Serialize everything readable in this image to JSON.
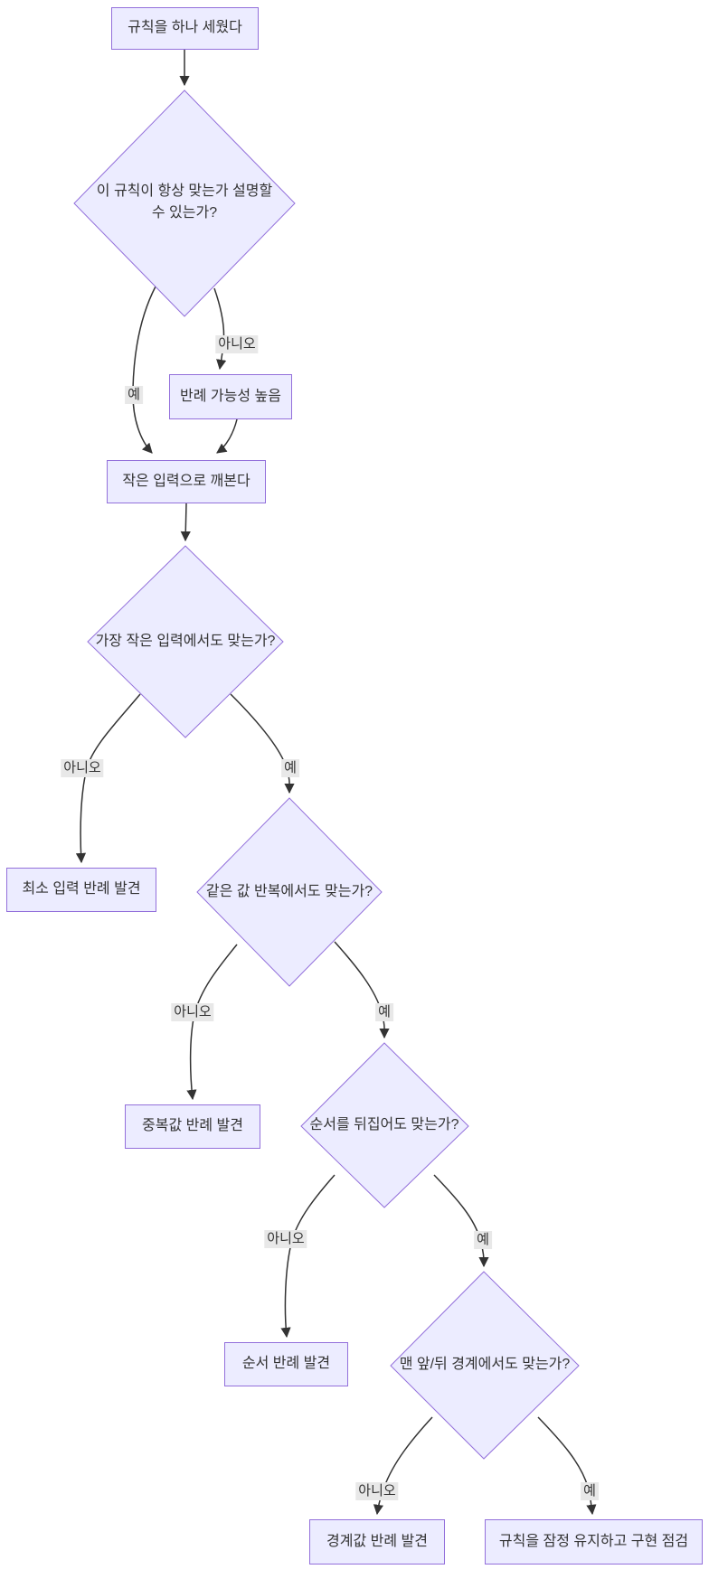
{
  "diagram": {
    "type": "flowchart",
    "direction": "top-down",
    "colors": {
      "background": "#ffffff",
      "node_fill": "#ECECFF",
      "node_border": "#9370DB",
      "edge_line": "#333333",
      "edge_label_bg": "#e8e8e8",
      "text": "#333333"
    },
    "nodes": {
      "start": {
        "shape": "rectangle",
        "label": "규칙을 하나 세웠다"
      },
      "q_explain": {
        "shape": "diamond",
        "label": "이 규칙이 항상 맞는가 설명할 수 있는가?",
        "lines": [
          "이 규칙이 항상 맞는가 설명할",
          "수 있는가?"
        ]
      },
      "high_counterexample": {
        "shape": "rectangle",
        "label": "반례 가능성 높음"
      },
      "break_small": {
        "shape": "rectangle",
        "label": "작은 입력으로 깨본다"
      },
      "q_smallest": {
        "shape": "diamond",
        "label": "가장 작은 입력에서도 맞는가?"
      },
      "min_input_counter": {
        "shape": "rectangle",
        "label": "최소 입력 반례 발견"
      },
      "q_duplicates": {
        "shape": "diamond",
        "label": "같은 값 반복에서도 맞는가?"
      },
      "dup_counter": {
        "shape": "rectangle",
        "label": "중복값 반례 발견"
      },
      "q_reversed": {
        "shape": "diamond",
        "label": "순서를 뒤집어도 맞는가?"
      },
      "order_counter": {
        "shape": "rectangle",
        "label": "순서 반례 발견"
      },
      "q_boundary": {
        "shape": "diamond",
        "label": "맨 앞/뒤 경계에서도 맞는가?"
      },
      "boundary_counter": {
        "shape": "rectangle",
        "label": "경계값 반례 발견"
      },
      "keep_rule": {
        "shape": "rectangle",
        "label": "규칙을 잠정 유지하고 구현 점검"
      }
    },
    "edge_labels": {
      "yes": "예",
      "no": "아니오"
    }
  }
}
